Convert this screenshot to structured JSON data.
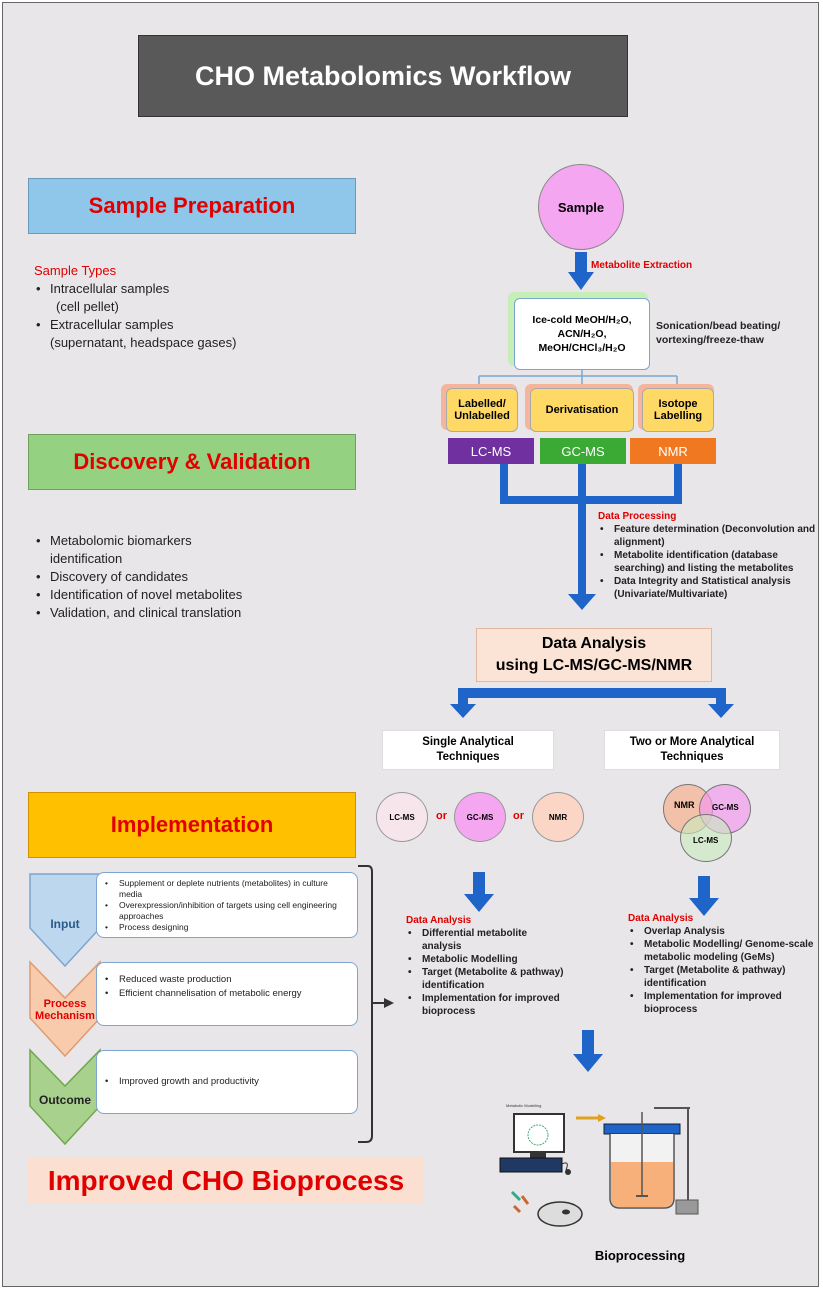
{
  "title": "CHO Metabolomics Workflow",
  "left": {
    "sample_preparation": {
      "header": "Sample Preparation",
      "types_label": "Sample Types",
      "items": [
        "Intracellular samples",
        "(cell pellet)",
        "Extracellular samples",
        "(supernatant, headspace gases)"
      ]
    },
    "discovery": {
      "header": "Discovery & Validation",
      "items": [
        "Metabolomic biomarkers",
        "identification",
        "Discovery of  candidates",
        "Identification of novel metabolites",
        "Validation, and clinical translation"
      ]
    },
    "implementation": {
      "header": "Implementation",
      "stages": [
        {
          "label": "Input",
          "points": [
            "Supplement or deplete nutrients (metabolites) in culture media",
            "Overexpression/inhibition of targets using cell engineering approaches",
            "Process designing"
          ]
        },
        {
          "label": "Process Mechanism",
          "points": [
            "Reduced waste production",
            "Efficient channelisation of metabolic energy"
          ]
        },
        {
          "label": "Outcome",
          "points": [
            "Improved growth and productivity"
          ]
        }
      ]
    },
    "improved": "Improved CHO Bioprocess"
  },
  "right": {
    "sample": "Sample",
    "metabolite_extraction": "Metabolite Extraction",
    "solvents": [
      "Ice-cold MeOH/H₂O,",
      "ACN/H₂O,",
      "MeOH/CHCl₃/H₂O"
    ],
    "extraction_methods": [
      "Sonication/bead beating/",
      "vortexing/freeze-thaw"
    ],
    "prep_boxes": [
      [
        "Labelled/",
        "Unlabelled"
      ],
      [
        "Derivatisation"
      ],
      [
        "Isotope",
        "Labelling"
      ]
    ],
    "platforms": [
      "LC-MS",
      "GC-MS",
      "NMR"
    ],
    "data_processing": {
      "label": "Data  Processing",
      "points": [
        "Feature determination (Deconvolution and alignment)",
        "Metabolite identification (database searching) and listing the metabolites",
        "Data Integrity and Statistical analysis (Univariate/Multivariate)"
      ]
    },
    "data_analysis_box": [
      "Data Analysis",
      "using LC-MS/GC-MS/NMR"
    ],
    "single": {
      "header": [
        "Single Analytical",
        "Techniques"
      ],
      "circles": [
        "LC-MS",
        "GC-MS",
        "NMR"
      ],
      "or": "or",
      "analysis_label": "Data Analysis",
      "points": [
        "Differential metabolite analysis",
        "Metabolic Modelling",
        "Target (Metabolite & pathway) identification",
        "Implementation for improved bioprocess"
      ]
    },
    "multi": {
      "header": [
        "Two or More Analytical",
        "Techniques"
      ],
      "circles": [
        "NMR",
        "GC-MS",
        "LC-MS"
      ],
      "analysis_label": "Data Analysis",
      "points": [
        "Overlap Analysis",
        "Metabolic Modelling/ Genome-scale metabolic modeling (GeMs)",
        "Target (Metabolite & pathway) identification",
        "Implementation for improved bioprocess"
      ]
    },
    "screen_caption": "Metabolic Modelling",
    "bioprocessing": "Bioprocessing"
  },
  "colors": {
    "accent_red": "#e00000",
    "arrow_blue": "#1f64c8",
    "lcms": "#7030a0",
    "gcms": "#3aaa35",
    "nmr": "#f07820"
  }
}
